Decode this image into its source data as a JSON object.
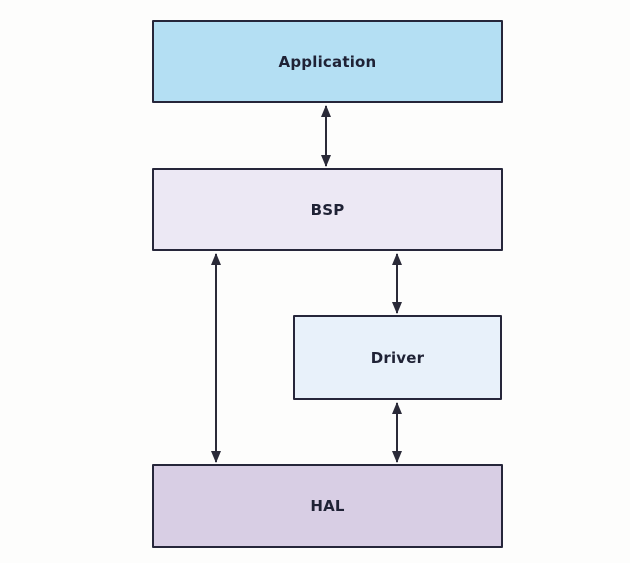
{
  "diagram": {
    "title": "software-stack-block-diagram",
    "boxes": [
      {
        "id": "application",
        "label": "Application",
        "fill": "#b4dff3"
      },
      {
        "id": "bsp",
        "label": "BSP",
        "fill": "#ece8f4"
      },
      {
        "id": "driver",
        "label": "Driver",
        "fill": "#e8f1fa"
      },
      {
        "id": "hal",
        "label": "HAL",
        "fill": "#d8cee4"
      }
    ],
    "connections": [
      {
        "from": "application",
        "to": "bsp",
        "type": "bidirectional-arrow"
      },
      {
        "from": "bsp",
        "to": "driver",
        "type": "bidirectional-arrow"
      },
      {
        "from": "bsp",
        "to": "hal",
        "type": "bidirectional-arrow"
      },
      {
        "from": "driver",
        "to": "hal",
        "type": "bidirectional-arrow"
      }
    ],
    "colors": {
      "background": "#fdfdfc",
      "box_border": "#26263a",
      "arrow": "#2a2a38",
      "text": "#1f2235"
    }
  }
}
